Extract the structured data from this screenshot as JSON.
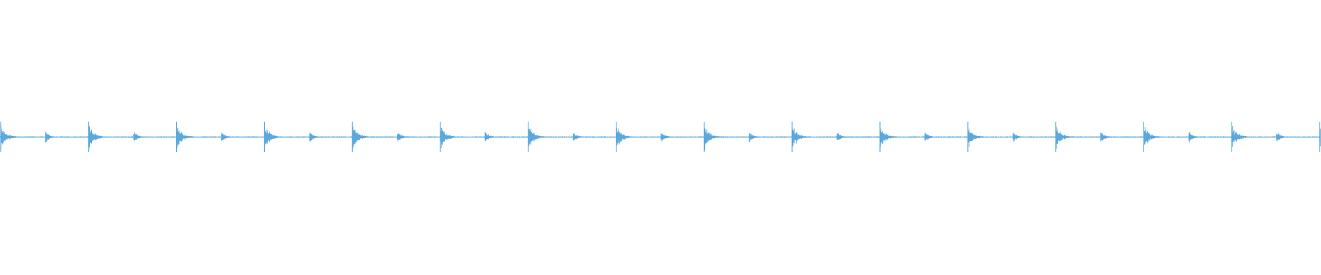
{
  "waveform": {
    "color": "#5aa8dd",
    "beat_count": 16,
    "accent_peak_amplitude": 1.0,
    "offbeat_peak_amplitude": 0.4,
    "baseline_noise_amplitude": 0.03
  }
}
